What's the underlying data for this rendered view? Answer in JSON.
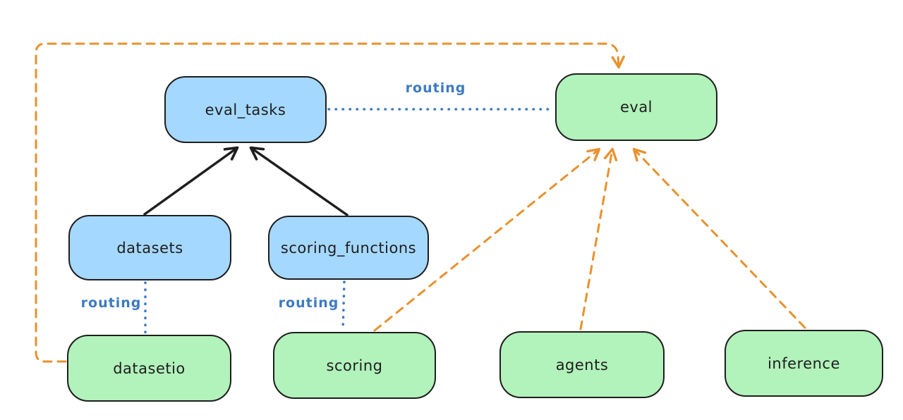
{
  "nodes": {
    "eval_tasks": {
      "label": "eval_tasks",
      "fill": "#a5d8ff"
    },
    "eval": {
      "label": "eval",
      "fill": "#b2f2bb"
    },
    "datasets": {
      "label": "datasets",
      "fill": "#a5d8ff"
    },
    "scoring_functions": {
      "label": "scoring_functions",
      "fill": "#a5d8ff"
    },
    "datasetio": {
      "label": "datasetio",
      "fill": "#b2f2bb"
    },
    "scoring": {
      "label": "scoring",
      "fill": "#b2f2bb"
    },
    "agents": {
      "label": "agents",
      "fill": "#b2f2bb"
    },
    "inference": {
      "label": "inference",
      "fill": "#b2f2bb"
    }
  },
  "edges": {
    "eval_tasks_to_eval": {
      "label": "routing",
      "style": "dotted",
      "color": "#3d7ac2"
    },
    "datasets_to_datasetio": {
      "label": "routing",
      "style": "dotted",
      "color": "#3d7ac2"
    },
    "scoring_functions_to_scoring": {
      "label": "routing",
      "style": "dotted",
      "color": "#3d7ac2"
    },
    "datasets_to_eval_tasks": {
      "style": "solid-arrow",
      "color": "#1e1e1e"
    },
    "scoring_functions_to_eval_tasks": {
      "style": "solid-arrow",
      "color": "#1e1e1e"
    },
    "datasetio_to_eval": {
      "style": "dashed-arrow",
      "color": "#e8912d"
    },
    "scoring_to_eval": {
      "style": "dashed-arrow",
      "color": "#e8912d"
    },
    "agents_to_eval": {
      "style": "dashed-arrow",
      "color": "#e8912d"
    },
    "inference_to_eval": {
      "style": "dashed-arrow",
      "color": "#e8912d"
    }
  },
  "colors": {
    "background": "#ffffff",
    "node_stroke": "#1e1e1e",
    "blue_fill": "#a5d8ff",
    "green_fill": "#b2f2bb",
    "routing_blue": "#3d7ac2",
    "orange": "#e8912d"
  }
}
